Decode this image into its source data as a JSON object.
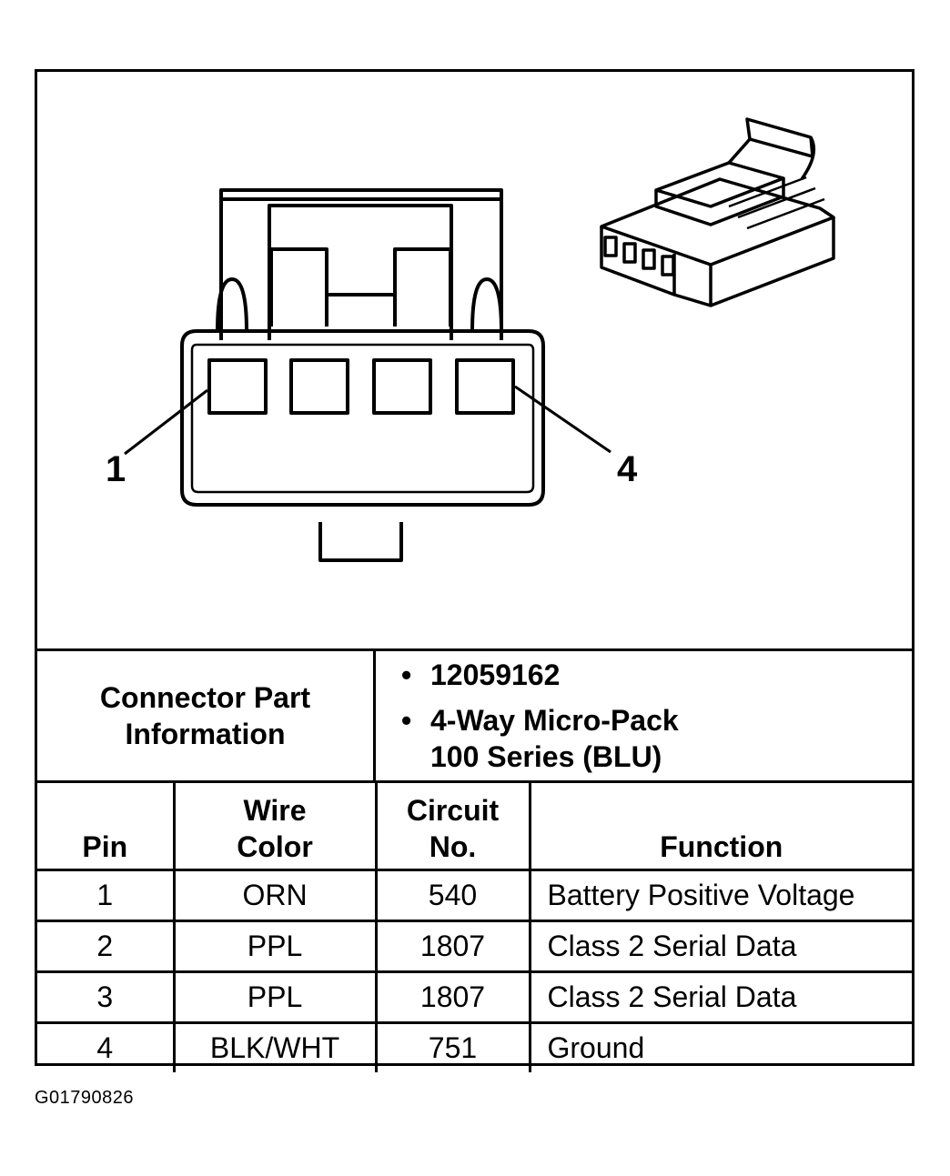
{
  "connector_info": {
    "label": "Connector Part\nInformation",
    "bullet": "•",
    "items": [
      "12059162",
      "4-Way Micro-Pack\n100 Series (BLU)"
    ]
  },
  "callouts": {
    "pin_first": "1",
    "pin_last": "4"
  },
  "table": {
    "headers": [
      "Pin",
      "Wire\nColor",
      "Circuit\nNo.",
      "Function"
    ],
    "rows": [
      [
        "1",
        "ORN",
        "540",
        "Battery Positive Voltage"
      ],
      [
        "2",
        "PPL",
        "1807",
        "Class 2 Serial Data"
      ],
      [
        "3",
        "PPL",
        "1807",
        "Class 2 Serial Data"
      ],
      [
        "4",
        "BLK/WHT",
        "751",
        "Ground"
      ]
    ]
  },
  "figure_id": "G01790826"
}
